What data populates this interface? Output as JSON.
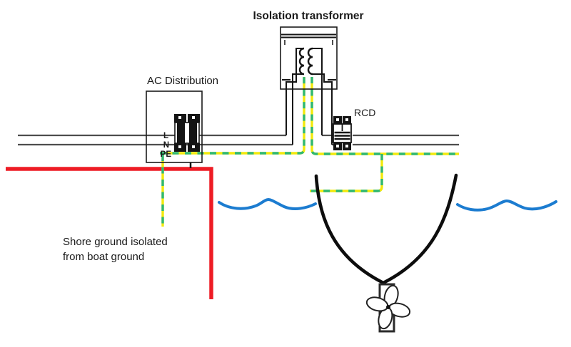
{
  "labels": {
    "isolation_transformer": "Isolation transformer",
    "ac_distribution": "AC Distribution",
    "rcd": "RCD",
    "note_line1": "Shore ground isolated",
    "note_line2": "from boat ground"
  },
  "terminals": {
    "live": "L",
    "neutral": "N",
    "protective_earth": "PE"
  },
  "colors": {
    "wire": "#4d4d4d",
    "component": "#141414",
    "pe_yellow": "#f2e90c",
    "pe_green": "#2eb873",
    "dock_red": "#ee1c25",
    "water_blue": "#1c7cd0"
  }
}
